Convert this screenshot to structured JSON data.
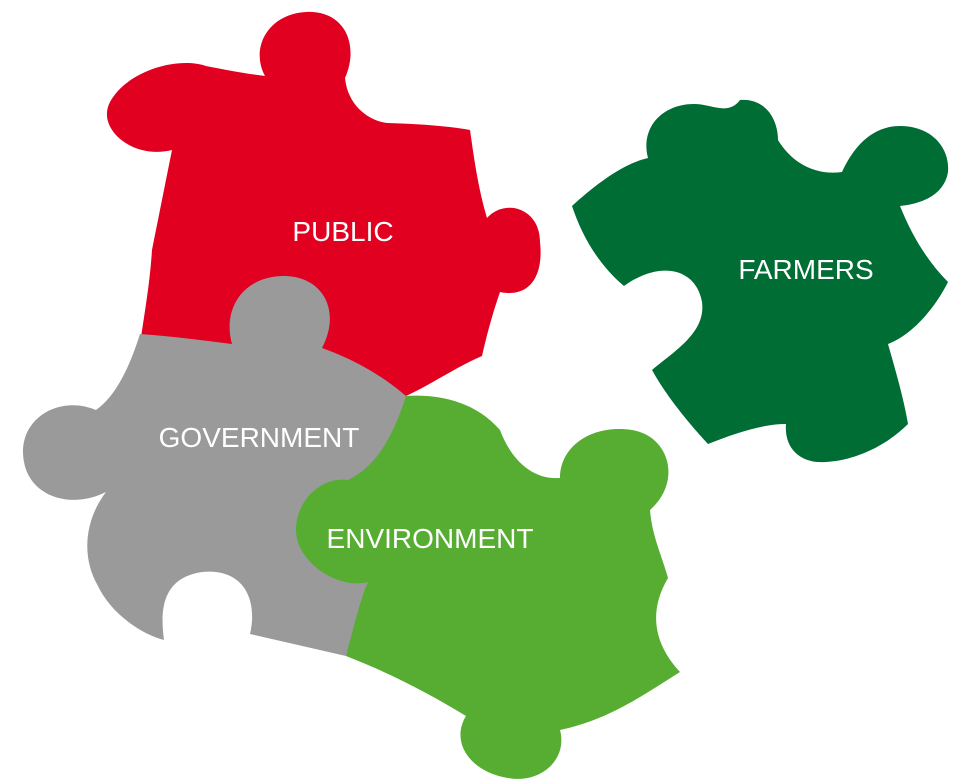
{
  "pieces": {
    "public": {
      "label": "PUBLIC",
      "color": "#e1001f"
    },
    "farmers": {
      "label": "FARMERS",
      "color": "#006d35"
    },
    "government": {
      "label": "GOVERNMENT",
      "color": "#9a9a9a"
    },
    "environment": {
      "label": "ENVIRONMENT",
      "color": "#56ad32"
    }
  },
  "label_color": "#ffffff",
  "background": "#ffffff"
}
